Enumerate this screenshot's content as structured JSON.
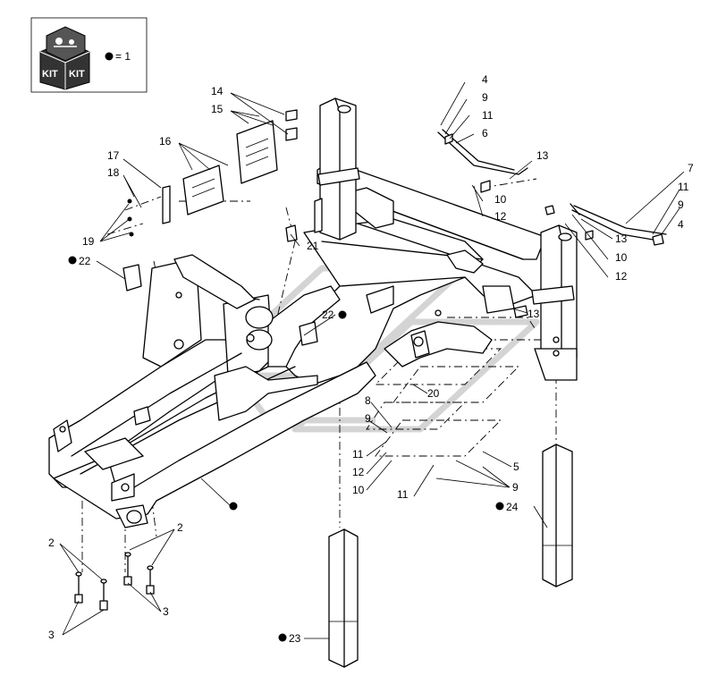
{
  "kit_box": {
    "kit_label_left": "KIT",
    "kit_label_right": "KIT",
    "legend_text": "= 1"
  },
  "callouts": [
    {
      "id": "c14",
      "text": "14"
    },
    {
      "id": "c15",
      "text": "15"
    },
    {
      "id": "c16",
      "text": "16"
    },
    {
      "id": "c17",
      "text": "17"
    },
    {
      "id": "c18",
      "text": "18"
    },
    {
      "id": "c19",
      "text": "19"
    },
    {
      "id": "c22a",
      "text": "22"
    },
    {
      "id": "c21",
      "text": "21"
    },
    {
      "id": "c22b",
      "text": "22"
    },
    {
      "id": "c4a",
      "text": "4"
    },
    {
      "id": "c9a",
      "text": "9"
    },
    {
      "id": "c11a",
      "text": "11"
    },
    {
      "id": "c6",
      "text": "6"
    },
    {
      "id": "c13a",
      "text": "13"
    },
    {
      "id": "c10a",
      "text": "10"
    },
    {
      "id": "c12a",
      "text": "12"
    },
    {
      "id": "c7",
      "text": "7"
    },
    {
      "id": "c11b",
      "text": "11"
    },
    {
      "id": "c9b",
      "text": "9"
    },
    {
      "id": "c4b",
      "text": "4"
    },
    {
      "id": "c13b",
      "text": "13"
    },
    {
      "id": "c10b",
      "text": "10"
    },
    {
      "id": "c12b",
      "text": "12"
    },
    {
      "id": "c13c",
      "text": "13"
    },
    {
      "id": "c20",
      "text": "20"
    },
    {
      "id": "c8",
      "text": "8"
    },
    {
      "id": "c9c",
      "text": "9"
    },
    {
      "id": "c11c",
      "text": "11"
    },
    {
      "id": "c12c",
      "text": "12"
    },
    {
      "id": "c10c",
      "text": "10"
    },
    {
      "id": "c5",
      "text": "5"
    },
    {
      "id": "c11d",
      "text": "11"
    },
    {
      "id": "c9d",
      "text": "9"
    },
    {
      "id": "c24",
      "text": "24"
    },
    {
      "id": "c2a",
      "text": "2"
    },
    {
      "id": "c2b",
      "text": "2"
    },
    {
      "id": "c3a",
      "text": "3"
    },
    {
      "id": "c3b",
      "text": "3"
    },
    {
      "id": "c23",
      "text": "23"
    }
  ]
}
